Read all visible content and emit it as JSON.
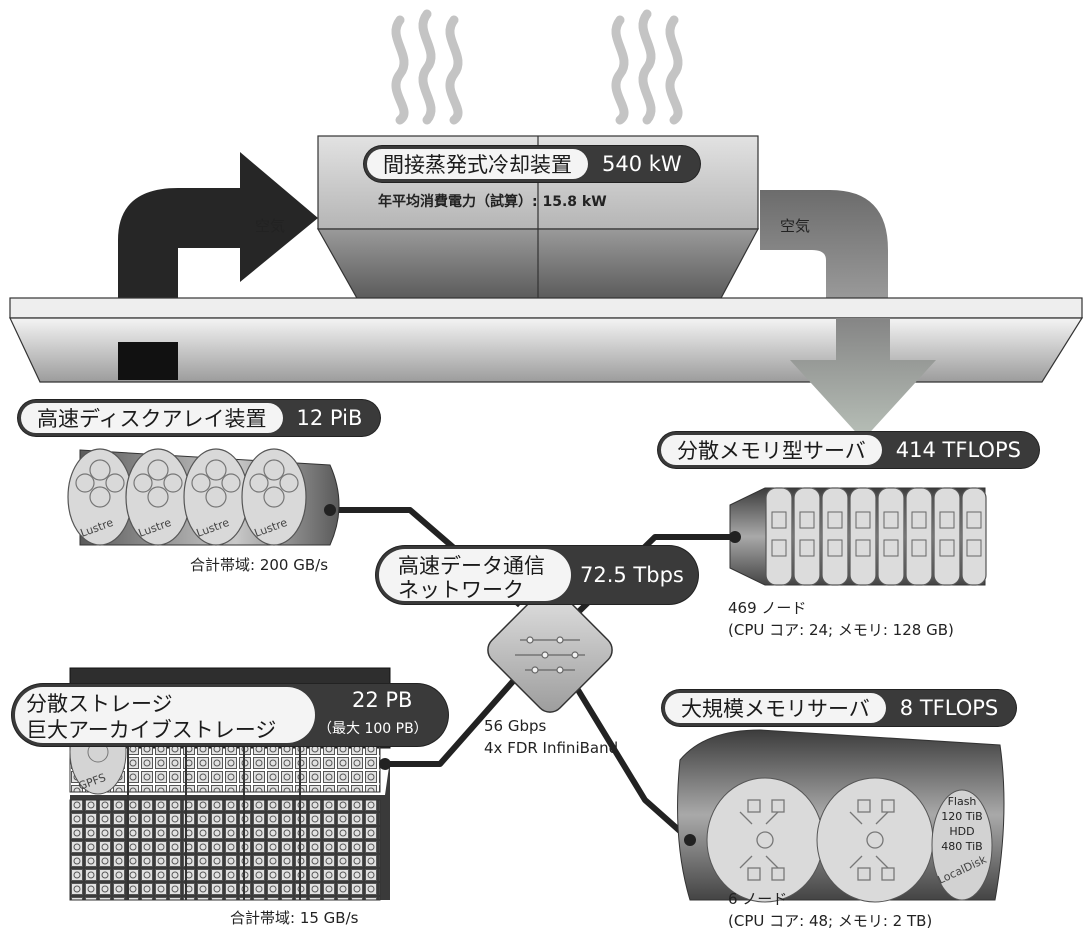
{
  "cooling": {
    "name": "間接蒸発式冷却装置",
    "power": "540 kW",
    "annual": "年平均消費電力（試算）: 15.8 kW"
  },
  "air": {
    "left": "空気",
    "right": "空気"
  },
  "storage_fast": {
    "name": "高速ディスクアレイ装置",
    "capacity": "12 PiB",
    "fs_label": "Lustre",
    "bandwidth": "合計帯域: 200 GB/s"
  },
  "network": {
    "name_line1": "高速データ通信",
    "name_line2": "ネットワーク",
    "speed": "72.5 Tbps",
    "link_speed": "56 Gbps",
    "link_type": "4x FDR InfiniBand"
  },
  "dist_server": {
    "name": "分散メモリ型サーバ",
    "perf": "414 TFLOPS",
    "nodes": "469 ノード",
    "spec": "(CPU コア: 24; メモリ: 128 GB)"
  },
  "archive": {
    "name_line1": "分散ストレージ",
    "name_line2": "巨大アーカイブストレージ",
    "capacity": "22 PB",
    "max": "（最大 100 PB）",
    "fs_label": "GPFS",
    "bandwidth": "合計帯域: 15 GB/s"
  },
  "large_server": {
    "name": "大規模メモリサーバ",
    "perf": "8 TFLOPS",
    "nodes": "6 ノード",
    "spec": "(CPU コア: 48; メモリ: 2 TB)",
    "disk_lines": [
      "Flash",
      "120 TiB",
      "HDD",
      "480 TiB"
    ],
    "disk_label": "LocalDisk"
  },
  "colors": {
    "dark": "#2b2b2b",
    "label_bg": "#f4f4f4",
    "label_value_bg": "#3a3a3a"
  }
}
